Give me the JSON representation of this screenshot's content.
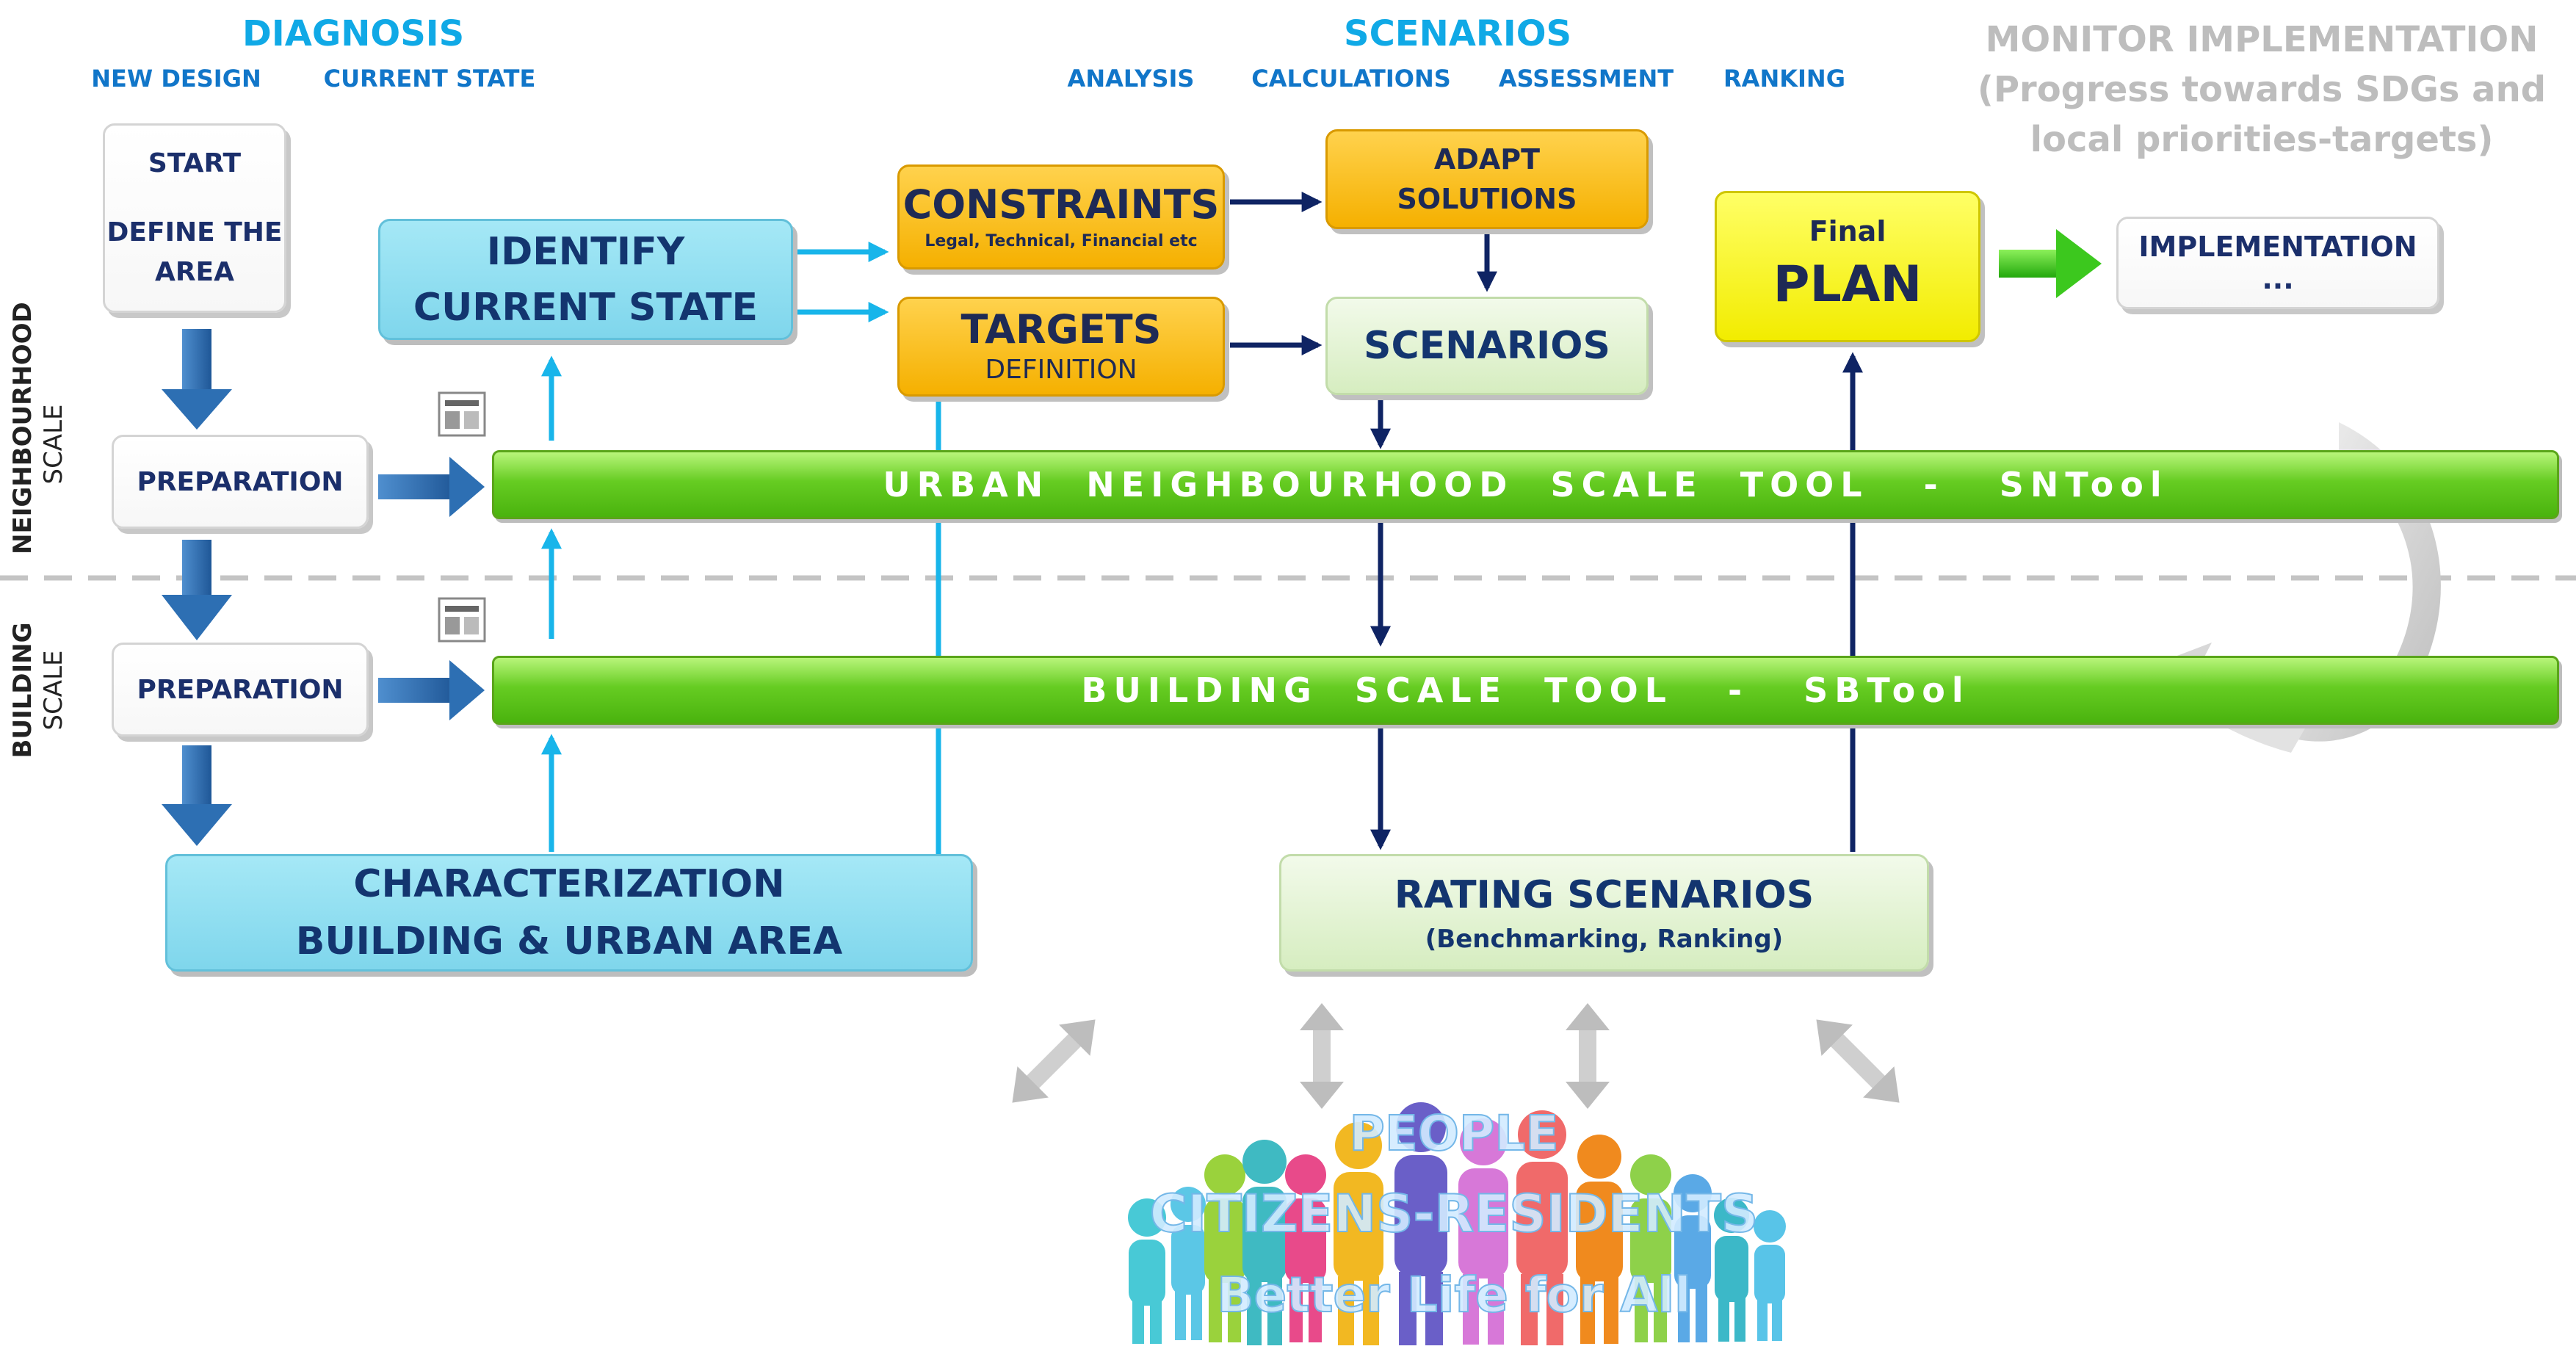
{
  "headers": {
    "diagnosis": "DIAGNOSIS",
    "new_design": "NEW DESIGN",
    "current_state": "CURRENT STATE",
    "scenarios": "SCENARIOS",
    "analysis": "ANALYSIS",
    "calculations": "CALCULATIONS",
    "assessment": "ASSESSMENT",
    "ranking": "RANKING",
    "monitor_title": "MONITOR IMPLEMENTATION",
    "monitor_line2": "(Progress towards SDGs and",
    "monitor_line3": "local priorities-targets)"
  },
  "side_labels": {
    "neighbourhood": "NEIGHBOURHOOD",
    "neighbourhood_scale": "SCALE",
    "building": "BUILDING",
    "building_scale": "SCALE"
  },
  "boxes": {
    "start_line1": "START",
    "start_line2": "DEFINE THE",
    "start_line3": "AREA",
    "preparation": "PREPARATION",
    "identify_line1": "IDENTIFY",
    "identify_line2": "CURRENT STATE",
    "characterization_line1": "CHARACTERIZATION",
    "characterization_line2": "BUILDING & URBAN AREA",
    "constraints_title": "CONSTRAINTS",
    "constraints_sub": "Legal, Technical, Financial etc",
    "targets_title": "TARGETS",
    "targets_sub": "DEFINITION",
    "adapt_line1": "ADAPT",
    "adapt_line2": "SOLUTIONS",
    "scenarios": "SCENARIOS",
    "final_line1": "Final",
    "final_line2": "PLAN",
    "implementation": "IMPLEMENTATION ...",
    "rating_title": "RATING SCENARIOS",
    "rating_sub": "(Benchmarking, Ranking)"
  },
  "bars": {
    "urban": "URBAN  NEIGHBOURHOOD  SCALE  TOOL   -   SNTool",
    "building": "BUILDING  SCALE  TOOL   -   SBTool"
  },
  "people": {
    "line1": "PEOPLE",
    "line2": "CITIZENS-RESIDENTS",
    "line3": "Better Life for All"
  },
  "colors": {
    "cyan_arrow": "#18b5ea",
    "navy_arrow": "#0f2464",
    "blue_block_arrow": "#2d6fb3",
    "green_arrow": "#3cc81e",
    "grey_arrow": "#c8c8c8",
    "dashed_line": "#c4c4c4"
  }
}
